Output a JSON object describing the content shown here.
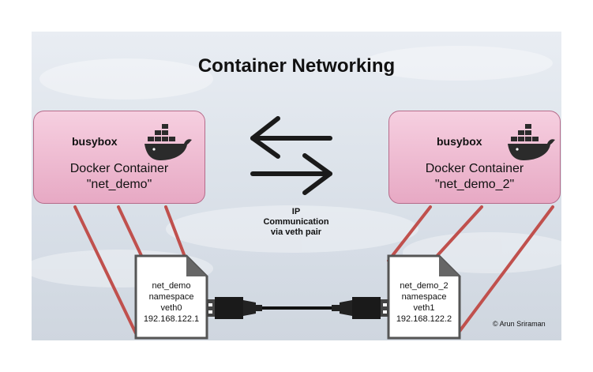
{
  "title": "Container Networking",
  "containers": [
    {
      "image": "busybox",
      "line1": "Docker Container",
      "line2": "\"net_demo\""
    },
    {
      "image": "busybox",
      "line1": "Docker Container",
      "line2": "\"net_demo_2\""
    }
  ],
  "middle": {
    "line1": "IP",
    "line2": "Communication",
    "line3": "via veth pair"
  },
  "namespaces": [
    {
      "name": "net_demo",
      "kind": "namespace",
      "veth": "veth0",
      "ip": "192.168.122.1"
    },
    {
      "name": "net_demo_2",
      "kind": "namespace",
      "veth": "veth1",
      "ip": "192.168.122.2"
    }
  ],
  "copyright": "© Arun Sriraman",
  "icons": [
    "docker-whale-icon",
    "bidirectional-arrows-icon",
    "usb-plug-icon"
  ],
  "colors": {
    "container_fill": "#eebbd2",
    "link_line": "#c0504d",
    "background": "#dfe5ec"
  }
}
